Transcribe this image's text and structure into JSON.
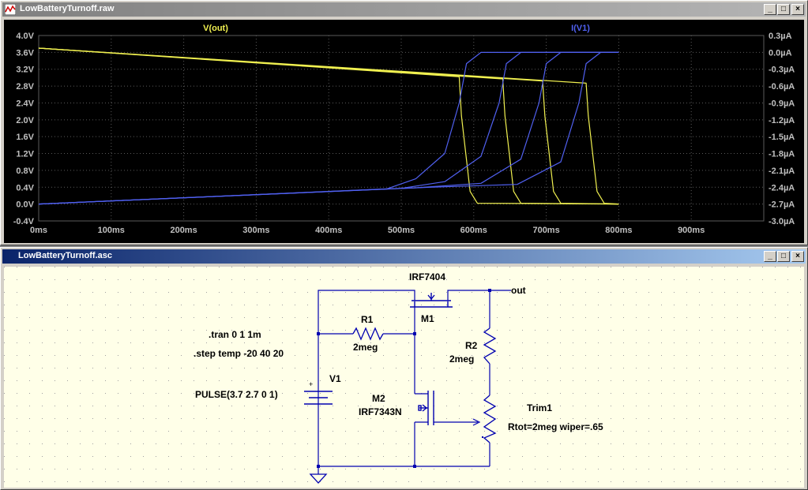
{
  "waveform_window": {
    "title": "LowBatteryTurnoff.raw",
    "trace_labels": [
      "V(out)",
      "I(V1)"
    ],
    "colors": {
      "background": "#000000",
      "grid": "#5a5a5a",
      "axis_text": "#c0c0c0",
      "vout": "#f0f050",
      "iv1": "#5060f0"
    }
  },
  "schematic_window": {
    "title": "LowBatteryTurnoff.asc",
    "background": "#ffffe8",
    "wire_color": "#0000b0",
    "labels": {
      "m1_part": "IRF7404",
      "m1_name": "M1",
      "r1_name": "R1",
      "r1_value": "2meg",
      "r2_name": "R2",
      "r2_value": "2meg",
      "v1_name": "V1",
      "v1_value": "PULSE(3.7 2.7 0 1)",
      "m2_name": "M2",
      "m2_part": "IRF7343N",
      "trim_name": "Trim1",
      "trim_value": "Rtot=2meg wiper=.65",
      "out_net": "out",
      "tran_directive": ".tran 0 1 1m",
      "step_directive": ".step temp -20 40 20",
      "v1_plus": "+"
    }
  },
  "window_buttons": {
    "minimize": "_",
    "maximize": "□",
    "close": "×"
  },
  "chart_data": {
    "type": "line",
    "title": "",
    "x_ticks": [
      "0ms",
      "100ms",
      "200ms",
      "300ms",
      "400ms",
      "500ms",
      "600ms",
      "700ms",
      "800ms",
      "900ms"
    ],
    "xlim": [
      0,
      1000
    ],
    "xunit": "ms",
    "y_left_ticks": [
      "4.0V",
      "3.6V",
      "3.2V",
      "2.8V",
      "2.4V",
      "2.0V",
      "1.6V",
      "1.2V",
      "0.8V",
      "0.4V",
      "0.0V",
      "-0.4V"
    ],
    "ylim_left": [
      -0.4,
      4.0
    ],
    "y_right_ticks": [
      "0.3µA",
      "0.0µA",
      "-0.3µA",
      "-0.6µA",
      "-0.9µA",
      "-1.2µA",
      "-1.5µA",
      "-1.8µA",
      "-2.1µA",
      "-2.4µA",
      "-2.7µA",
      "-3.0µA"
    ],
    "ylim_right": [
      -3.0,
      0.3
    ],
    "grid": true,
    "series": [
      {
        "name": "V(out)",
        "axis": "left",
        "x": [
          0,
          580,
          583,
          595,
          605,
          800
        ],
        "y": [
          3.7,
          3.02,
          2.1,
          0.3,
          0.02,
          0.0
        ]
      },
      {
        "name": "V(out)",
        "axis": "left",
        "x": [
          0,
          640,
          643,
          655,
          665,
          800
        ],
        "y": [
          3.7,
          2.97,
          2.1,
          0.3,
          0.02,
          0.0
        ]
      },
      {
        "name": "V(out)",
        "axis": "left",
        "x": [
          0,
          695,
          698,
          710,
          720,
          800
        ],
        "y": [
          3.7,
          2.92,
          2.1,
          0.3,
          0.02,
          0.0
        ]
      },
      {
        "name": "V(out)",
        "axis": "left",
        "x": [
          0,
          755,
          758,
          770,
          780,
          800
        ],
        "y": [
          3.7,
          2.87,
          2.1,
          0.3,
          0.02,
          0.0
        ]
      },
      {
        "name": "I(V1)",
        "axis": "right",
        "x": [
          0,
          480,
          520,
          560,
          580,
          590,
          610,
          800
        ],
        "y": [
          -2.7,
          -2.43,
          -2.25,
          -1.8,
          -0.9,
          -0.2,
          0.0,
          0.0
        ]
      },
      {
        "name": "I(V1)",
        "axis": "right",
        "x": [
          0,
          500,
          560,
          610,
          635,
          645,
          665,
          800
        ],
        "y": [
          -2.7,
          -2.42,
          -2.3,
          -1.85,
          -0.9,
          -0.2,
          0.0,
          0.0
        ]
      },
      {
        "name": "I(V1)",
        "axis": "right",
        "x": [
          0,
          520,
          610,
          665,
          690,
          700,
          720,
          800
        ],
        "y": [
          -2.7,
          -2.41,
          -2.33,
          -1.9,
          -0.9,
          -0.2,
          0.0,
          0.0
        ]
      },
      {
        "name": "I(V1)",
        "axis": "right",
        "x": [
          0,
          540,
          660,
          720,
          745,
          755,
          775,
          800
        ],
        "y": [
          -2.7,
          -2.4,
          -2.35,
          -1.95,
          -0.9,
          -0.2,
          0.0,
          0.0
        ]
      }
    ]
  }
}
